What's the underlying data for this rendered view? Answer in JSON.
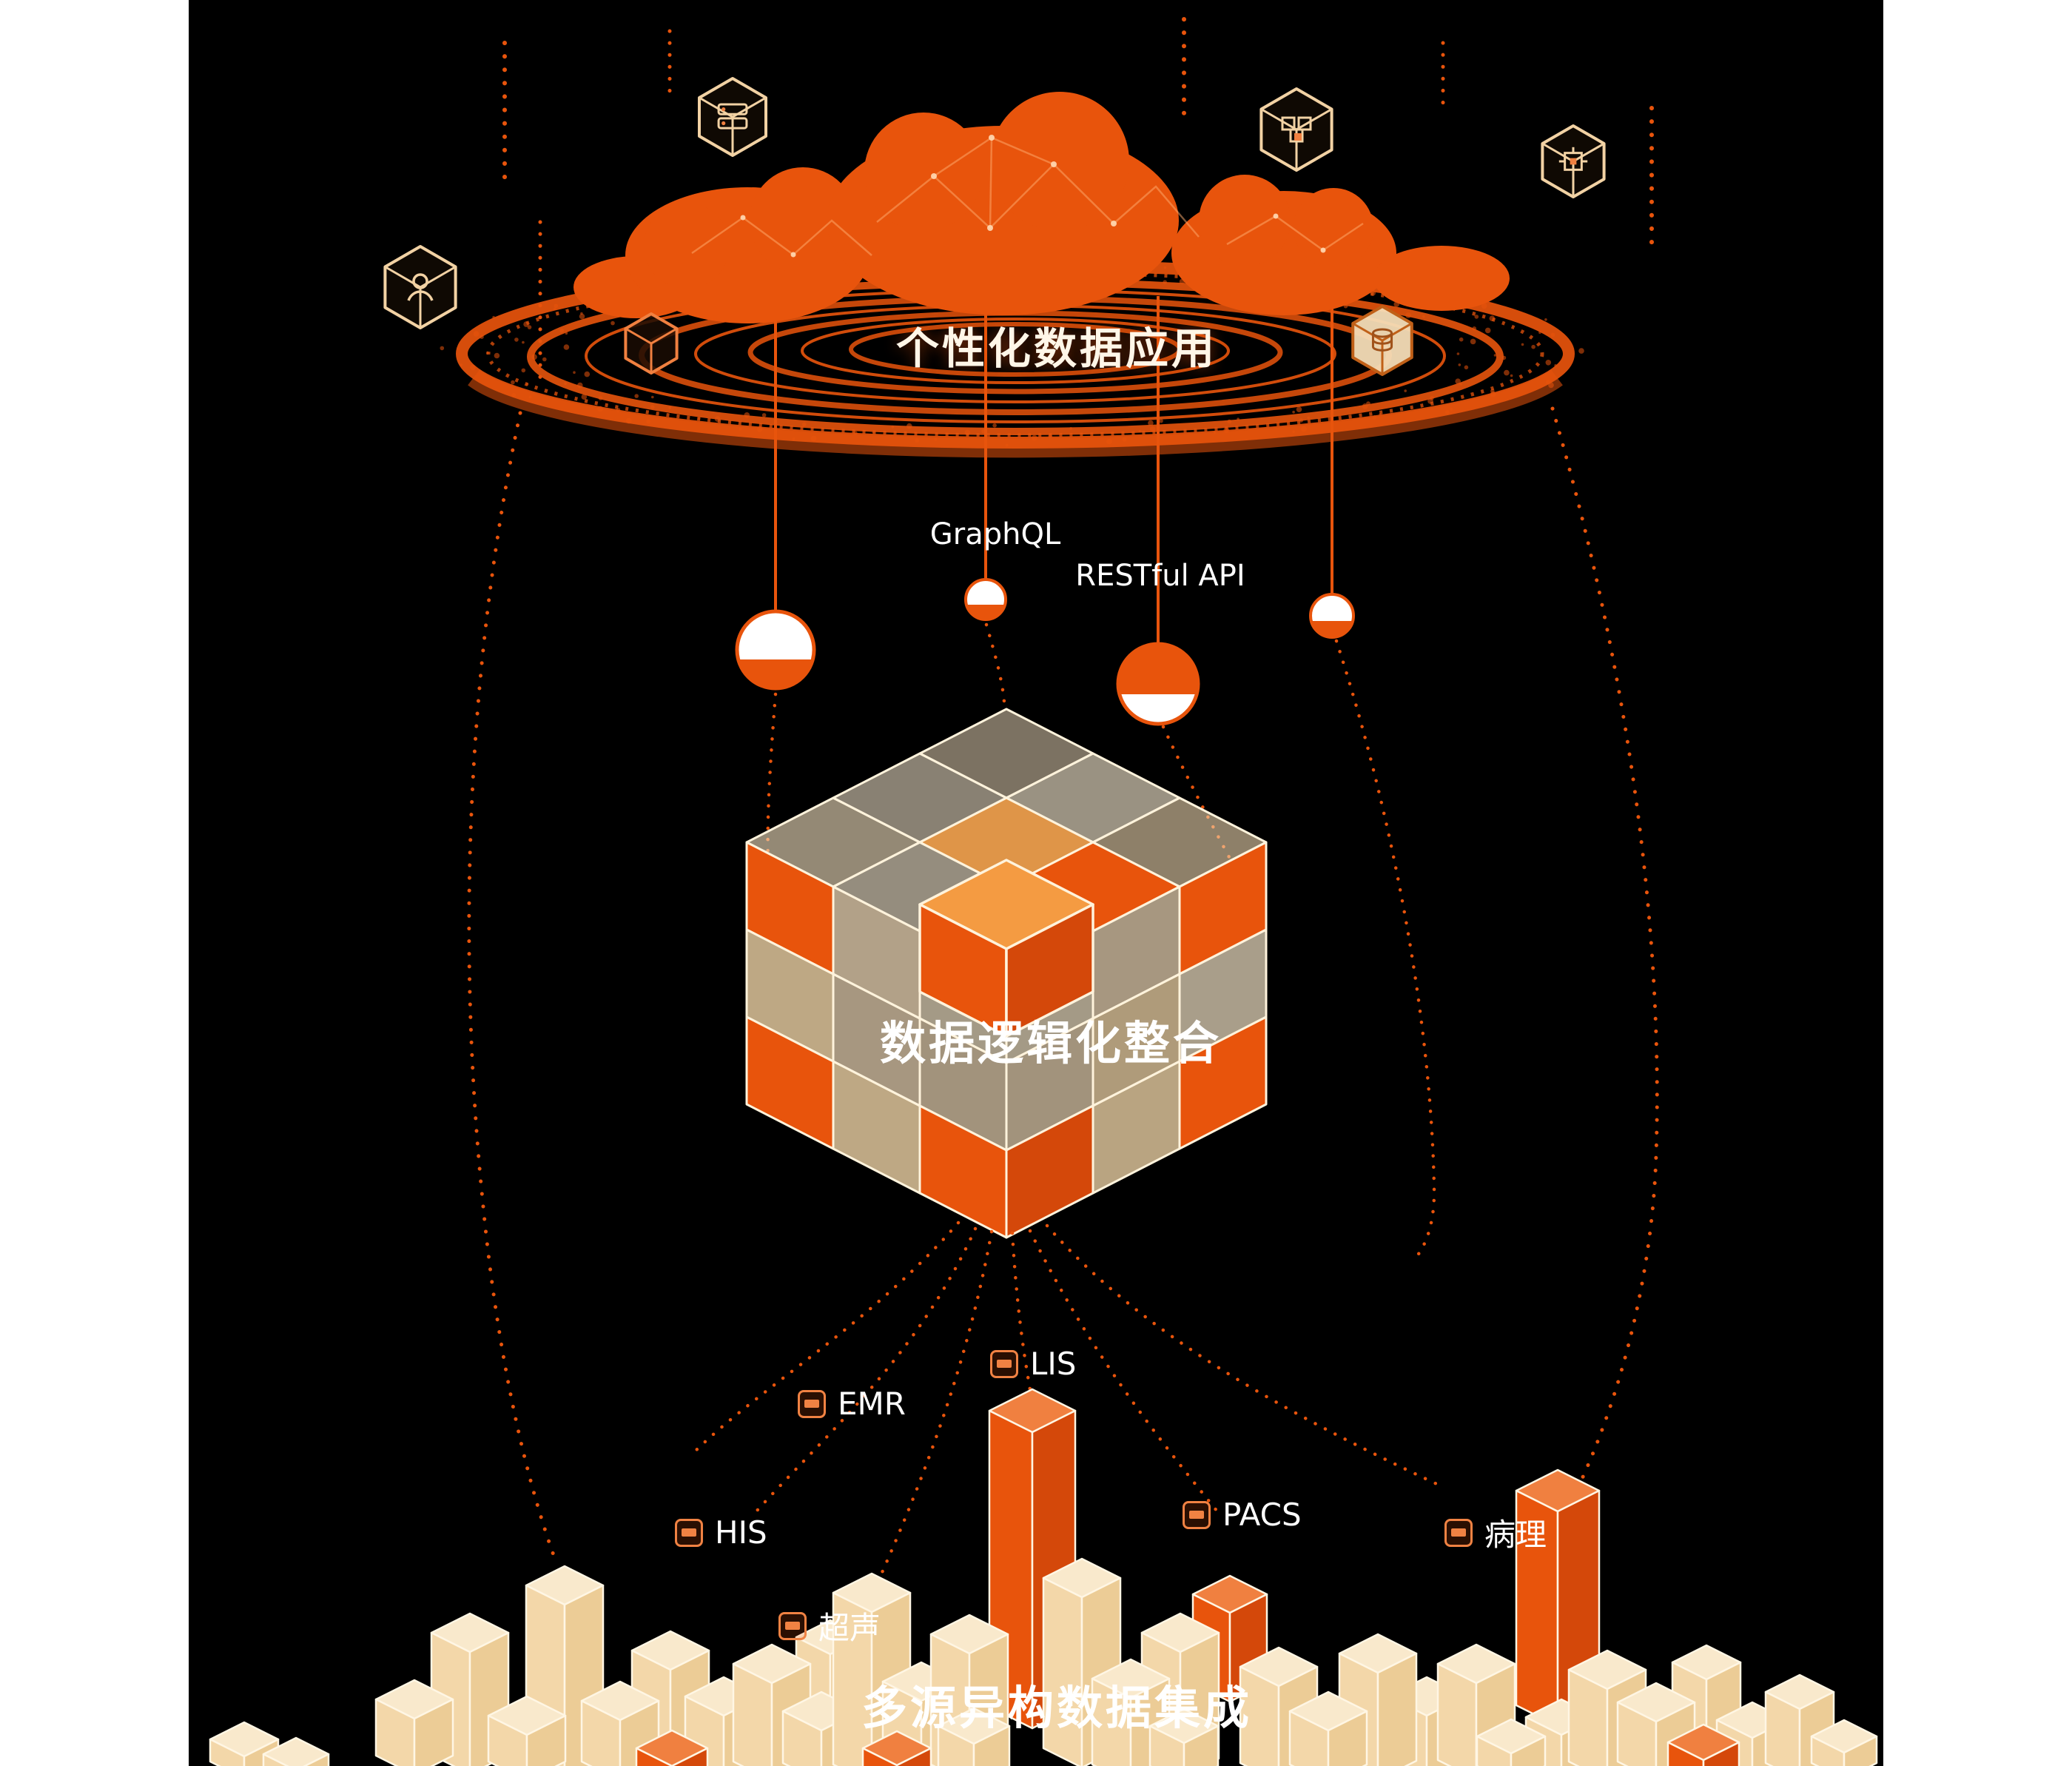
{
  "colors": {
    "background": "#000000",
    "page": "#FFFFFF",
    "orange": "#E8540C",
    "orange_deep": "#D4480A",
    "orange_light": "#F08040",
    "cream": "#F9E9CC",
    "cream_mid": "#F3D7A9",
    "cream_deep": "#ECCC96",
    "outline_cream": "#FFF3DC",
    "text": "#FFFFFF"
  },
  "layers": {
    "top": {
      "title": "个性化数据应用",
      "icons": [
        {
          "name": "server-cube-icon"
        },
        {
          "name": "modules-cube-icon"
        },
        {
          "name": "circuit-cube-icon"
        },
        {
          "name": "user-cube-icon"
        },
        {
          "name": "small-cube-icon"
        },
        {
          "name": "database-cube-icon"
        }
      ]
    },
    "middle": {
      "title": "数据逻辑化整合",
      "api_labels": [
        {
          "label": "GraphQL"
        },
        {
          "label": "RESTful API"
        }
      ]
    },
    "bottom": {
      "title": "多源异构数据集成",
      "sources": [
        {
          "label": "LIS"
        },
        {
          "label": "EMR"
        },
        {
          "label": "HIS"
        },
        {
          "label": "PACS"
        },
        {
          "label": "病理"
        },
        {
          "label": "超声"
        }
      ]
    }
  }
}
